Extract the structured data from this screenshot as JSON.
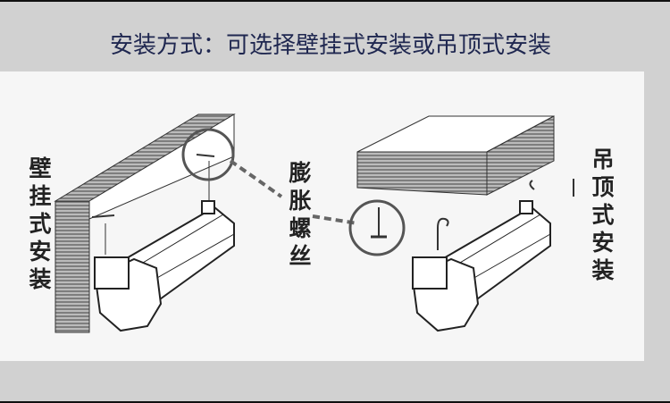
{
  "title": "安装方式：可选择壁挂式安装或吊顶式安装",
  "labels": {
    "wall_mount": "壁挂式安装",
    "expansion_screw": "膨胀螺丝",
    "ceiling_mount": "吊顶式安装"
  }
}
